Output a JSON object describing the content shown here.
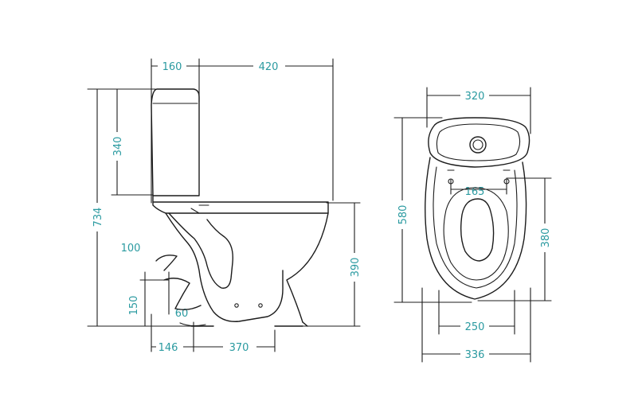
{
  "side_view": {
    "top_widths": {
      "tank": "160",
      "bowl": "420"
    },
    "heights": {
      "total": "734",
      "tank": "340",
      "bowl": "390"
    },
    "outlet": {
      "offset": "100",
      "height": "150",
      "pipe": "60"
    },
    "bottom_widths": {
      "rear": "146",
      "base": "370"
    }
  },
  "top_view": {
    "tank_width": "320",
    "length": "580",
    "hinge_spacing": "165",
    "seat_length": "380",
    "seat_width": "250",
    "total_width": "336"
  },
  "colors": {
    "line": "#1c1c1c",
    "dimension_text": "#2a9aa0",
    "background": "#ffffff"
  }
}
